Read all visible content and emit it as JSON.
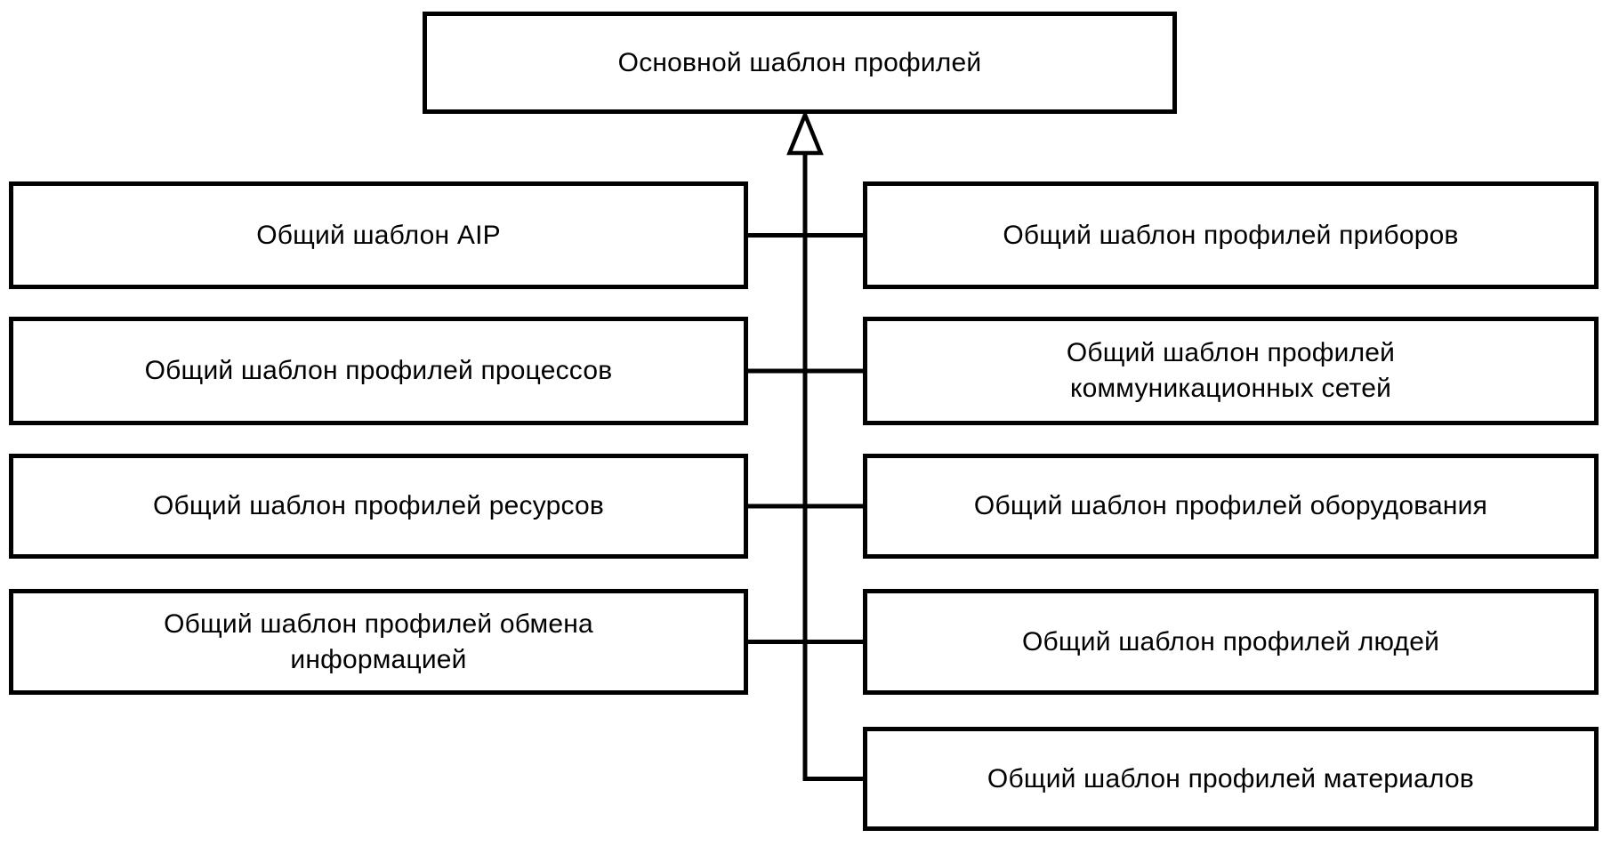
{
  "diagram": {
    "type": "uml-generalization-hierarchy",
    "root": {
      "label": "Основной шаблон профилей"
    },
    "left_column": [
      {
        "label": "Общий шаблон AIP"
      },
      {
        "label": "Общий шаблон профилей процессов"
      },
      {
        "label": "Общий шаблон профилей ресурсов"
      },
      {
        "label": "Общий шаблон профилей обмена\nинформацией"
      }
    ],
    "right_column": [
      {
        "label": "Общий шаблон профилей приборов"
      },
      {
        "label": "Общий шаблон профилей\nкоммуникационных сетей"
      },
      {
        "label": "Общий шаблон профилей оборудования"
      },
      {
        "label": "Общий шаблон профилей людей"
      },
      {
        "label": "Общий шаблон профилей материалов"
      }
    ],
    "arrow": {
      "style": "hollow-triangle-up",
      "meaning": "generalization"
    },
    "colors": {
      "line": "#000000",
      "text": "#000000",
      "box_fill": "#ffffff",
      "background": "#ffffff"
    }
  }
}
